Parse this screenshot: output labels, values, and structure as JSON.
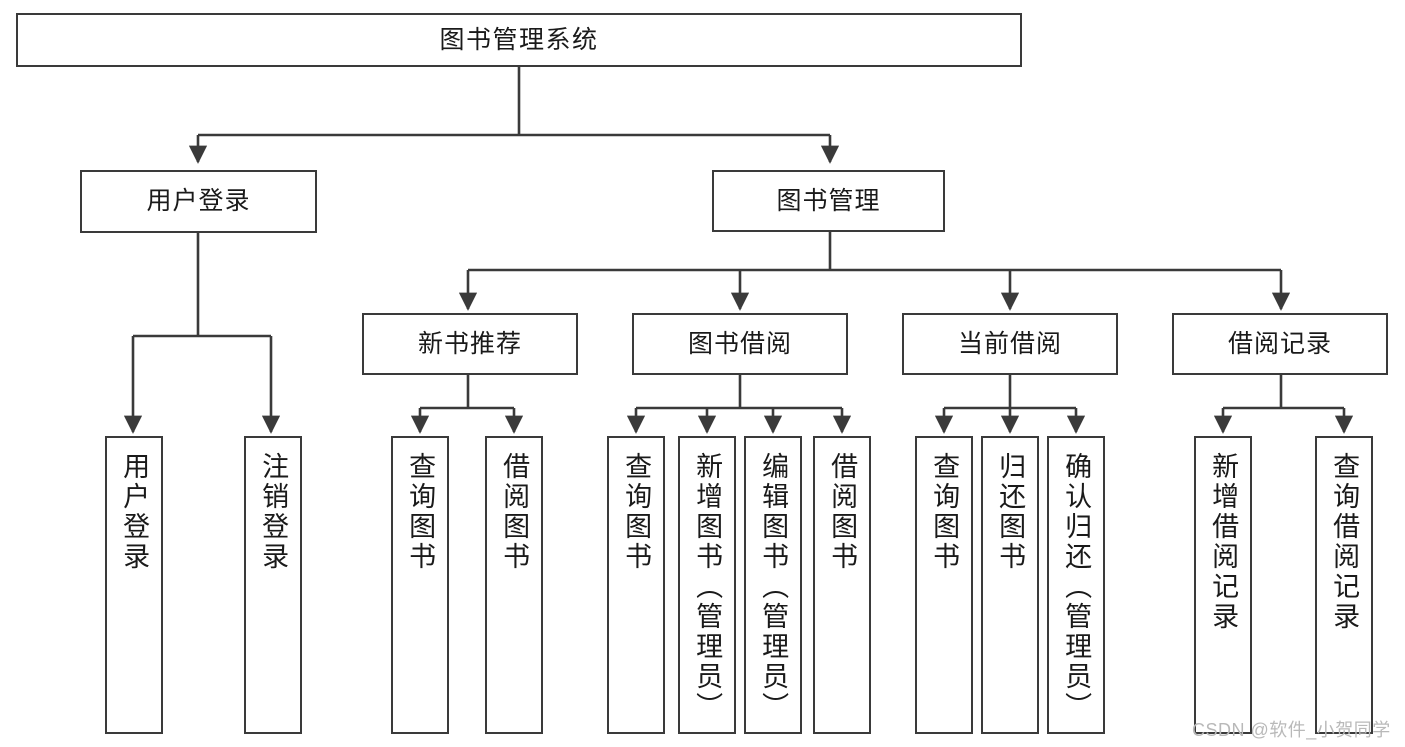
{
  "diagram": {
    "title": "图书管理系统",
    "type": "hierarchy-tree",
    "colors": {
      "background": "#ffffff",
      "stroke": "#3a3a3a",
      "text": "#1a1a1a",
      "watermark": "#b9b9b9"
    },
    "levels": {
      "root": "图书管理系统",
      "level1": [
        "用户登录",
        "图书管理"
      ],
      "level2": [
        "新书推荐",
        "图书借阅",
        "当前借阅",
        "借阅记录"
      ]
    },
    "nodes": {
      "root": {
        "label": "图书管理系统"
      },
      "user_login": {
        "label": "用户登录"
      },
      "book_manage": {
        "label": "图书管理"
      },
      "new_book_rec": {
        "label": "新书推荐"
      },
      "book_borrow": {
        "label": "图书借阅"
      },
      "current_borrow": {
        "label": "当前借阅"
      },
      "borrow_record": {
        "label": "借阅记录"
      },
      "leaf_user_login": {
        "label": "用户登录"
      },
      "leaf_logout": {
        "label": "注销登录"
      },
      "leaf_query_book_1": {
        "label": "查询图书"
      },
      "leaf_borrow_book_1": {
        "label": "借阅图书"
      },
      "leaf_query_book_2": {
        "label": "查询图书"
      },
      "leaf_add_book": {
        "label": "新增图书（管理员）"
      },
      "leaf_edit_book": {
        "label": "编辑图书（管理员）"
      },
      "leaf_borrow_book_2": {
        "label": "借阅图书"
      },
      "leaf_query_book_3": {
        "label": "查询图书"
      },
      "leaf_return_book": {
        "label": "归还图书"
      },
      "leaf_confirm_return": {
        "label": "确认归还（管理员）"
      },
      "leaf_add_record": {
        "label": "新增借阅记录"
      },
      "leaf_query_record": {
        "label": "查询借阅记录"
      }
    },
    "watermark": "CSDN @软件_小贺同学"
  }
}
